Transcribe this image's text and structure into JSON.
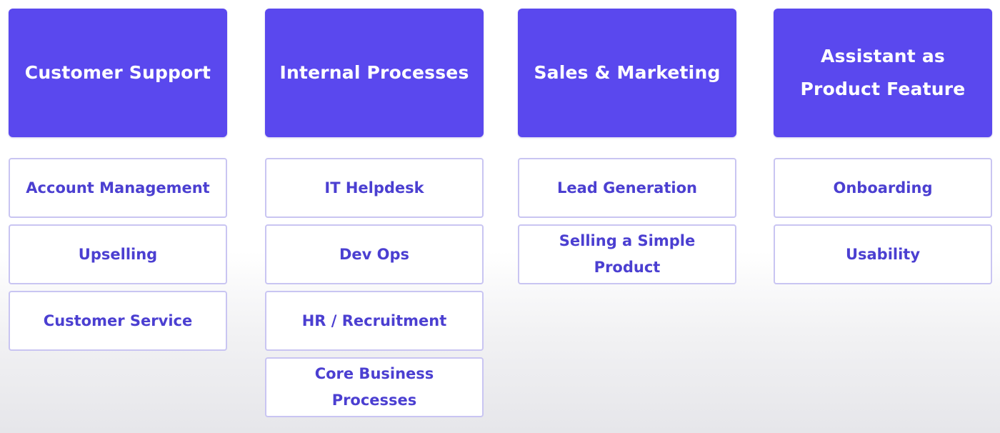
{
  "columns": [
    {
      "header": "Customer Support",
      "items": [
        "Account Management",
        "Upselling",
        "Customer Service"
      ]
    },
    {
      "header": "Internal Processes",
      "items": [
        "IT Helpdesk",
        "Dev Ops",
        "HR / Recruitment",
        "Core Business Processes"
      ]
    },
    {
      "header": "Sales & Marketing",
      "items": [
        "Lead Generation",
        "Selling a Simple Product"
      ]
    },
    {
      "header": "Assistant as Product Feature",
      "items": [
        "Onboarding",
        "Usability"
      ]
    }
  ],
  "colors": {
    "header_bg": "#5a48ee",
    "header_text": "#ffffff",
    "item_border": "#c9c5f2",
    "item_text": "#4b3fd1"
  }
}
